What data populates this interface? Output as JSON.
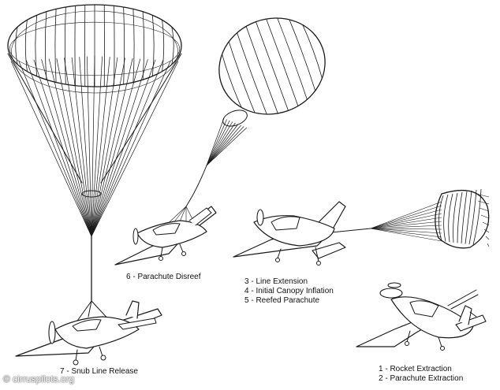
{
  "captions": {
    "step6": "6 - Parachute Disreef",
    "step3": "3 - Line Extension",
    "step4": "4 - Initial Canopy Inflation",
    "step5": "5 - Reefed Parachute",
    "step7": "7 - Snub Line Release",
    "step1": "1 - Rocket Extraction",
    "step2": "2 - Parachute Extraction"
  },
  "watermark": "© cirruspilots.org",
  "colors": {
    "ink": "#1a1a1a",
    "background": "#ffffff"
  }
}
